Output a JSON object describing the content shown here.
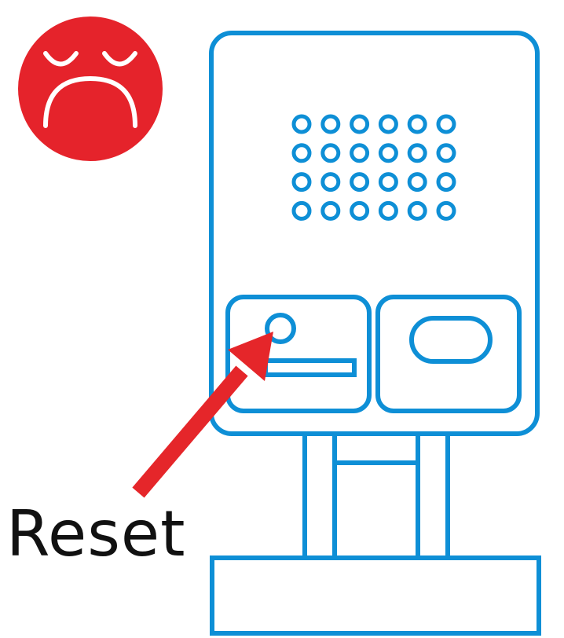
{
  "label": {
    "text": "Reset"
  },
  "colors": {
    "outline": "#0E8FD6",
    "arrow": "#E5262A",
    "face": "#E5232B",
    "text": "#111111"
  },
  "icons": {
    "status": "sad-face-icon",
    "pointer": "arrow-icon"
  },
  "speaker": {
    "rows": 4,
    "columns": 6
  }
}
